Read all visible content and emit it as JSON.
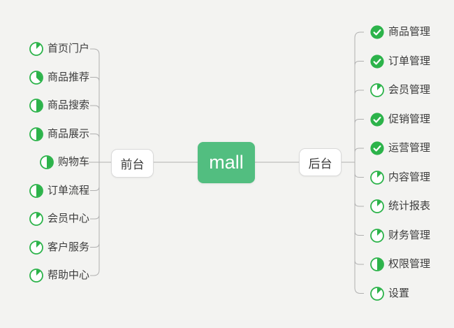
{
  "root": {
    "label": "mall"
  },
  "branches": {
    "front": {
      "label": "前台"
    },
    "back": {
      "label": "后台"
    }
  },
  "left_items": [
    {
      "label": "首页门户",
      "icon": "progress-1-8"
    },
    {
      "label": "商品推荐",
      "icon": "progress-3-8"
    },
    {
      "label": "商品搜索",
      "icon": "progress-4-8"
    },
    {
      "label": "商品展示",
      "icon": "progress-4-8"
    },
    {
      "label": "购物车",
      "icon": "progress-4-8"
    },
    {
      "label": "订单流程",
      "icon": "progress-4-8"
    },
    {
      "label": "会员中心",
      "icon": "progress-1-8"
    },
    {
      "label": "客户服务",
      "icon": "progress-1-8"
    },
    {
      "label": "帮助中心",
      "icon": "progress-1-8"
    }
  ],
  "right_items": [
    {
      "label": "商品管理",
      "icon": "done"
    },
    {
      "label": "订单管理",
      "icon": "done"
    },
    {
      "label": "会员管理",
      "icon": "progress-1-8"
    },
    {
      "label": "促销管理",
      "icon": "done"
    },
    {
      "label": "运营管理",
      "icon": "done"
    },
    {
      "label": "内容管理",
      "icon": "progress-1-8"
    },
    {
      "label": "统计报表",
      "icon": "progress-1-8"
    },
    {
      "label": "财务管理",
      "icon": "progress-1-8"
    },
    {
      "label": "权限管理",
      "icon": "progress-4-8"
    },
    {
      "label": "设置",
      "icon": "progress-1-8"
    }
  ],
  "colors": {
    "node_green": "#52be80",
    "icon_green": "#2cb34a",
    "edge_gray": "#b0b0b0",
    "background": "#f3f3f1",
    "label_text": "#3c3c3c"
  }
}
